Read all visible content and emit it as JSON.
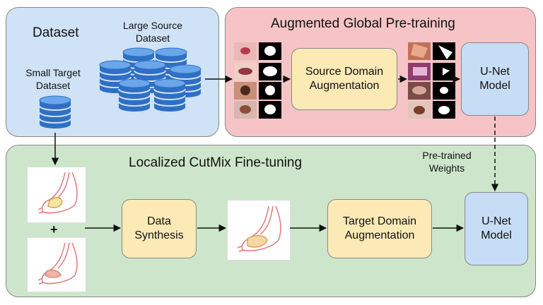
{
  "dataset": {
    "title": "Dataset",
    "small_target": "Small Target\nDataset",
    "large_source": "Large Source\nDataset"
  },
  "pretrain": {
    "title": "Augmented Global Pre-training",
    "aug_box": "Source Domain\nAugmentation",
    "model_box": "U-Net\nModel"
  },
  "finetune": {
    "title": "Localized CutMix Fine-tuning",
    "plus": "+",
    "synth_box": "Data\nSynthesis",
    "aug_box": "Target Domain\nAugmentation",
    "model_box": "U-Net\nModel"
  },
  "connector": {
    "weights_label": "Pre-trained\nWeights"
  },
  "colors": {
    "dataset_panel": "#cfe2f6",
    "pretrain_panel": "#f6c4c6",
    "finetune_panel": "#cde6cb",
    "process_box": "#fbe9b6",
    "model_box": "#c7dcf5",
    "database_icon": "#2f6fc4"
  }
}
